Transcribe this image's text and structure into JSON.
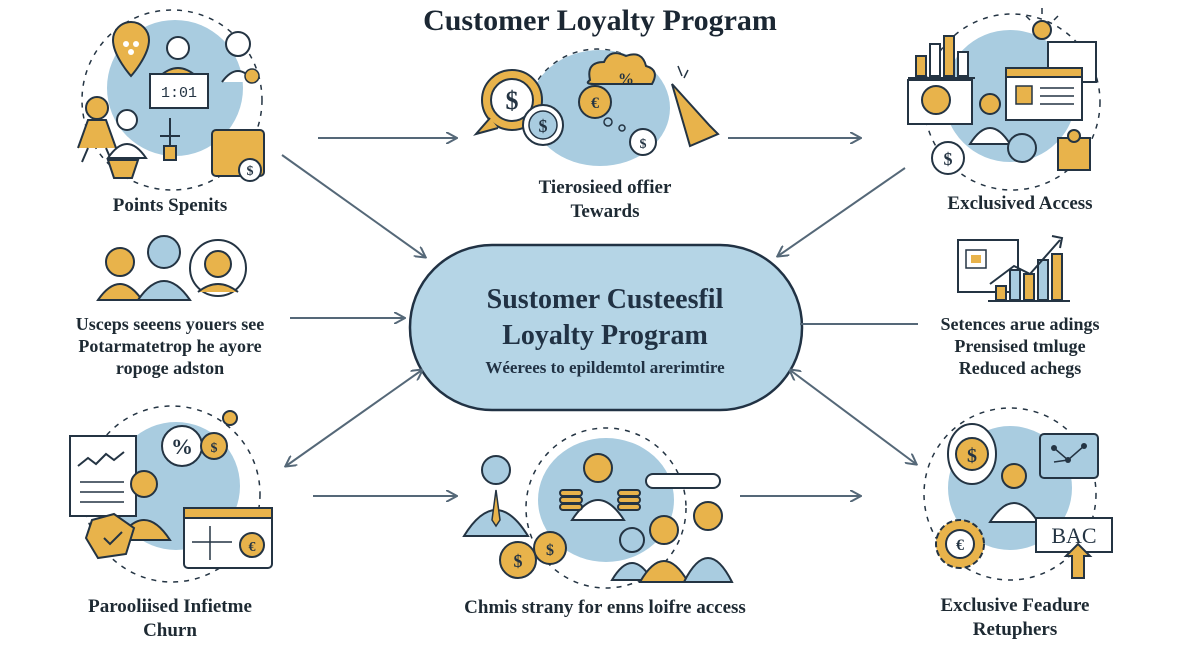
{
  "title": "Customer Loyalty Program",
  "center": {
    "title_line1": "Sustomer Custeesfil",
    "title_line2": "Loyalty Program",
    "subtitle": "Wéerees to epildemtol arerimtire"
  },
  "nodes": {
    "top_left": {
      "lines": [
        "Points Spenits"
      ]
    },
    "top_center": {
      "lines": [
        "Tierosieed offier",
        "Tewards"
      ]
    },
    "top_right": {
      "lines": [
        "Exclusived Access"
      ]
    },
    "mid_left": {
      "lines": [
        "Usceps seeens youers see",
        "Potarmatetrop he ayore",
        "ropoge adston"
      ]
    },
    "mid_right": {
      "lines": [
        "Setences arue adings",
        "Prensised tmluge",
        "Reduced achegs"
      ]
    },
    "bottom_left": {
      "lines": [
        "Parooliised Infietme",
        "Churn"
      ]
    },
    "bottom_center": {
      "lines": [
        "Chmis strany for enns loifre access"
      ]
    },
    "bottom_right": {
      "lines": [
        "Exclusive Feadure",
        "Retuphers"
      ]
    }
  },
  "icons": {
    "bottom_right_sign": "BAC"
  },
  "colors": {
    "accent_blue": "#a9cce0",
    "oval_fill": "#b5d5e6",
    "gold": "#e8b34b",
    "outline": "#243443",
    "arrow": "#556878"
  }
}
